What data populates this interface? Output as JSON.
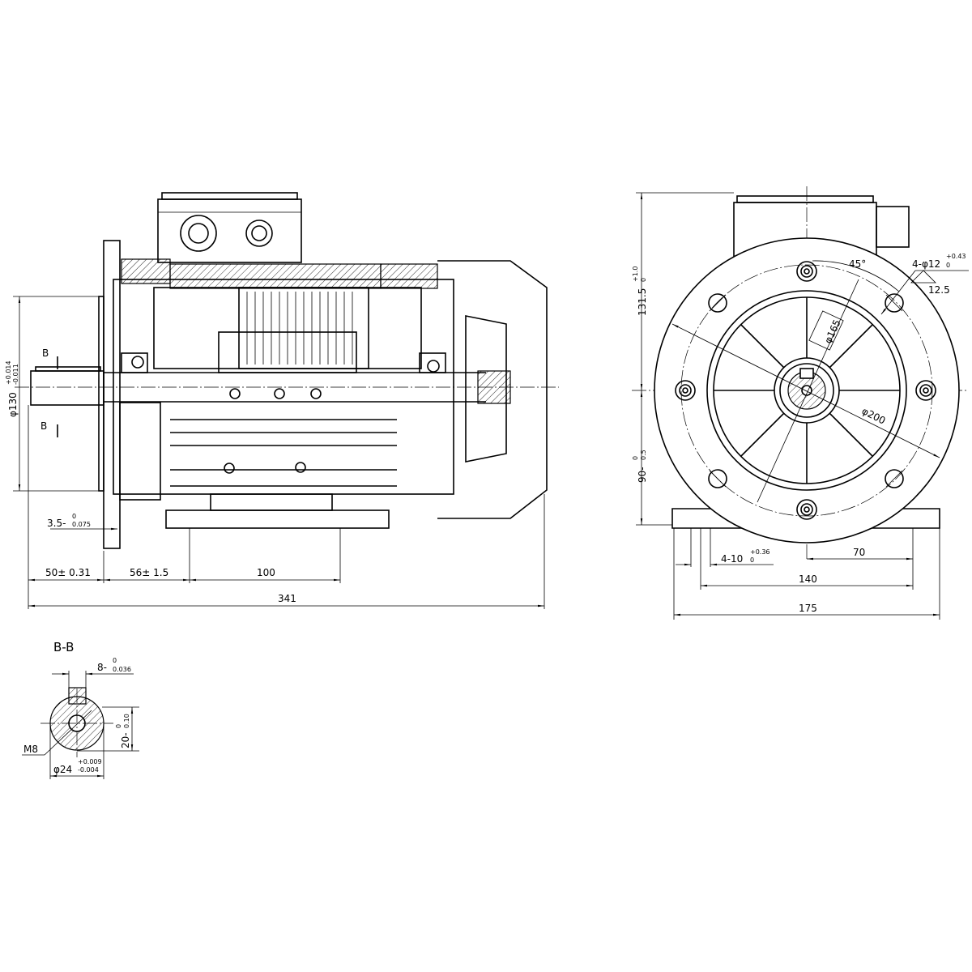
{
  "side_view": {
    "section_mark_top": "B",
    "section_mark_bottom": "B",
    "dim_flange_spigot": "φ130",
    "dim_flange_spigot_tol_upper": "+0.014",
    "dim_flange_spigot_tol_lower": "-0.011",
    "dim_flange_thickness": "3.5-",
    "dim_flange_thickness_tol_upper": "0",
    "dim_flange_thickness_tol_lower": "0.075",
    "dim_shaft_length": "50± 0.31",
    "dim_foot_offset": "56± 1.5",
    "dim_foot_spacing": "100",
    "dim_overall_length": "341"
  },
  "end_view": {
    "dim_height_above_axis": "131.5",
    "dim_height_above_axis_tol_upper": "+1.0",
    "dim_height_above_axis_tol_lower": "0",
    "dim_axis_height": "90-",
    "dim_axis_height_tol_upper": "0",
    "dim_axis_height_tol_lower": "0.5",
    "dim_angle": "45°",
    "dim_holes": "4-φ12",
    "dim_holes_tol_upper": "+0.43",
    "dim_holes_tol_lower": "0",
    "dim_hole_depth": "12.5",
    "dim_pcd": "φ165",
    "dim_flange_dia": "φ200",
    "dim_foot_holes": "4-10",
    "dim_foot_holes_tol_upper": "+0.36",
    "dim_foot_holes_tol_lower": "0",
    "dim_half_foot_spacing": "70",
    "dim_foot_spacing": "140",
    "dim_base_width": "175"
  },
  "section_bb": {
    "title": "B-B",
    "dim_key_width": "8-",
    "dim_key_width_tol_upper": "0",
    "dim_key_width_tol_lower": "0.036",
    "dim_key_depth": "20-",
    "dim_key_depth_tol_upper": "0",
    "dim_key_depth_tol_lower": "0.10",
    "dim_thread": "M8",
    "dim_shaft_dia": "φ24",
    "dim_shaft_dia_tol_upper": "+0.009",
    "dim_shaft_dia_tol_lower": "-0.004"
  }
}
